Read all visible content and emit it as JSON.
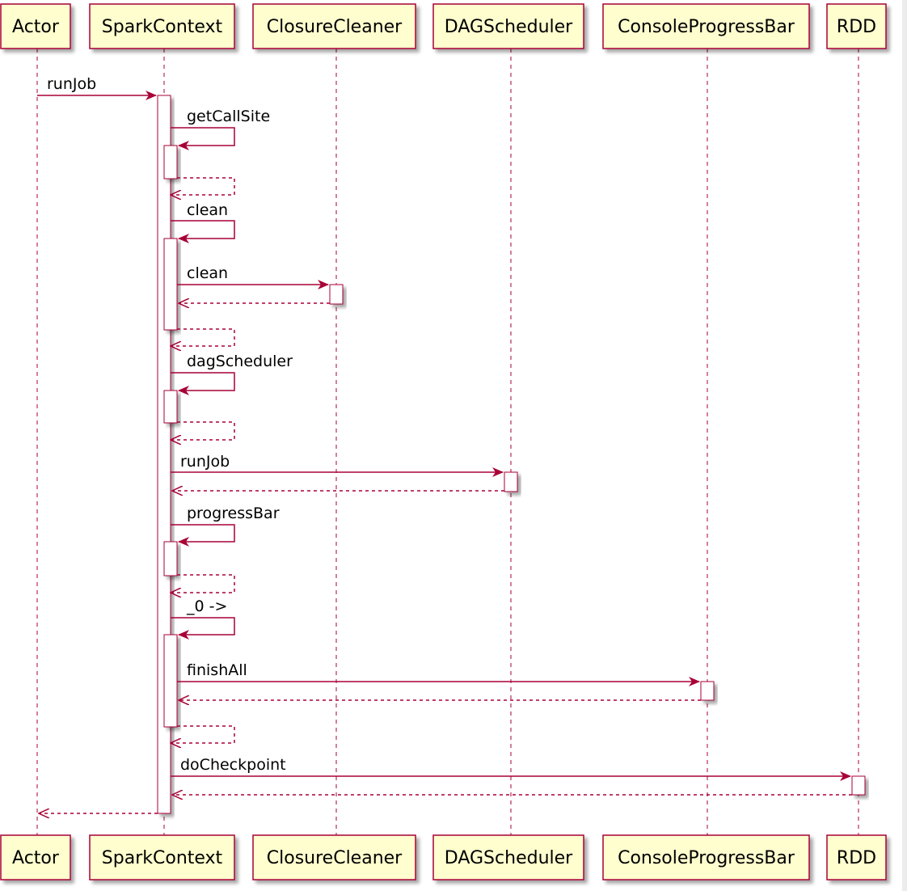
{
  "participants": [
    {
      "id": "actor",
      "label": "Actor"
    },
    {
      "id": "spark",
      "label": "SparkContext"
    },
    {
      "id": "cleaner",
      "label": "ClosureCleaner"
    },
    {
      "id": "dag",
      "label": "DAGScheduler"
    },
    {
      "id": "cpb",
      "label": "ConsoleProgressBar"
    },
    {
      "id": "rdd",
      "label": "RDD"
    }
  ],
  "messages": [
    {
      "from": "actor",
      "to": "spark",
      "label": "runJob"
    },
    {
      "self": "spark",
      "label": "getCallSite"
    },
    {
      "selfReturn": "spark"
    },
    {
      "self": "spark",
      "label": "clean"
    },
    {
      "from": "spark",
      "to": "cleaner",
      "label": "clean"
    },
    {
      "from": "cleaner",
      "to": "spark",
      "return": true
    },
    {
      "selfReturn": "spark"
    },
    {
      "self": "spark",
      "label": "dagScheduler"
    },
    {
      "selfReturn": "spark"
    },
    {
      "from": "spark",
      "to": "dag",
      "label": "runJob"
    },
    {
      "from": "dag",
      "to": "spark",
      "return": true
    },
    {
      "self": "spark",
      "label": "progressBar"
    },
    {
      "selfReturn": "spark"
    },
    {
      "self": "spark",
      "label": "_0 ->"
    },
    {
      "from": "spark",
      "to": "cpb",
      "label": "finishAll"
    },
    {
      "from": "cpb",
      "to": "spark",
      "return": true
    },
    {
      "selfReturn": "spark"
    },
    {
      "from": "spark",
      "to": "rdd",
      "label": "doCheckpoint"
    },
    {
      "from": "rdd",
      "to": "spark",
      "return": true
    },
    {
      "from": "spark",
      "to": "actor",
      "return": true
    }
  ],
  "colors": {
    "line": "#A80036",
    "box_fill": "#FEFECE",
    "activation_fill": "#FFFFFF",
    "text": "#000000"
  }
}
